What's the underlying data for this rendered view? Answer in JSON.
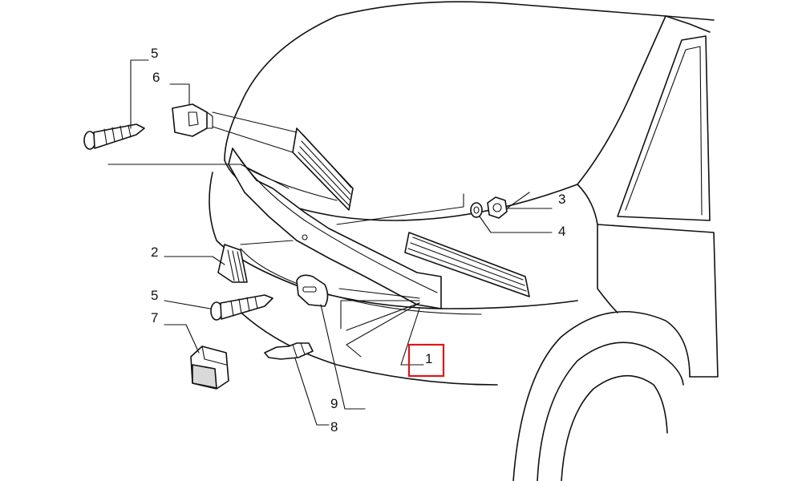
{
  "diagram": {
    "callouts": [
      {
        "id": "c1",
        "text": "1",
        "highlighted": true
      },
      {
        "id": "c2",
        "text": "2"
      },
      {
        "id": "c3",
        "text": "3"
      },
      {
        "id": "c4",
        "text": "4"
      },
      {
        "id": "c5a",
        "text": "5"
      },
      {
        "id": "c5b",
        "text": "5"
      },
      {
        "id": "c6",
        "text": "6"
      },
      {
        "id": "c7",
        "text": "7"
      },
      {
        "id": "c8",
        "text": "8"
      },
      {
        "id": "c9",
        "text": "9"
      }
    ],
    "highlight_color": "#e0141b"
  }
}
